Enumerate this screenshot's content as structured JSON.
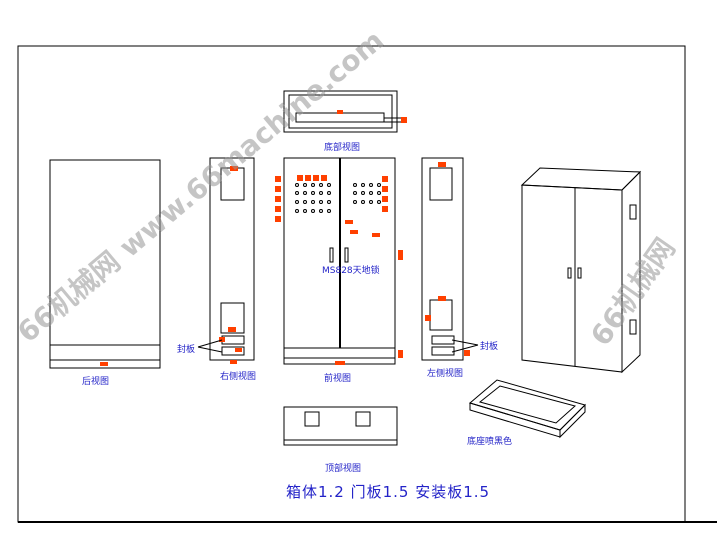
{
  "labels": {
    "bottom_view": "底部视图",
    "front_view": "前视图",
    "lock": "MS828天地锁",
    "right_view": "右侧视图",
    "rear_view": "后视图",
    "left_view": "左侧视图",
    "seal_plate_1": "封板",
    "seal_plate_2": "封板",
    "top_view": "顶部视图",
    "base_note": "底座喷黑色",
    "spec": "箱体1.2  门板1.5   安装板1.5"
  },
  "watermark": {
    "left": "66机械网 www.66machine.com",
    "right": "66机械网"
  },
  "colors": {
    "line": "#000000",
    "dim": "#ff4000",
    "text": "#2323c8"
  }
}
